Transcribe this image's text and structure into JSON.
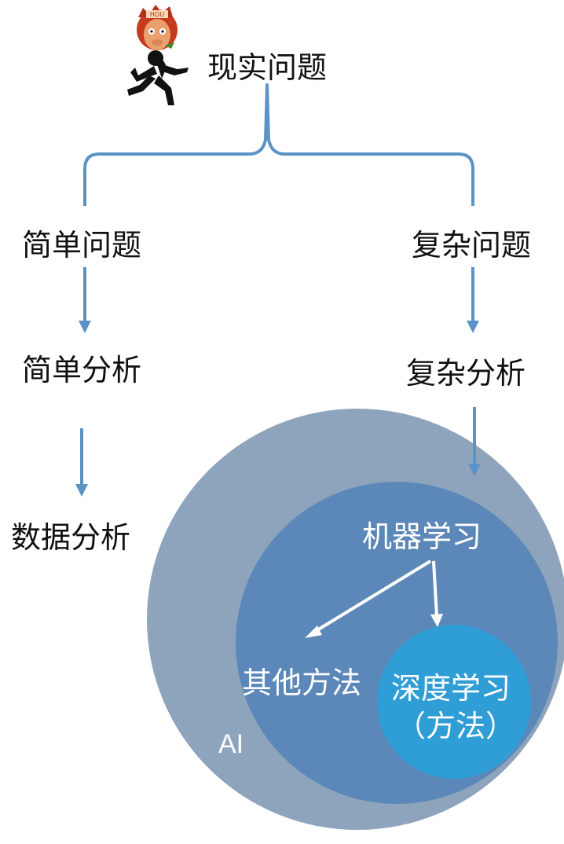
{
  "colors": {
    "connector": "#5b93c7",
    "outer_circle": "#8ea4bd",
    "ml_circle": "#5b88b8",
    "dl_circle": "#2f9dd6",
    "white_arrow": "#ffffff"
  },
  "icons": {
    "mascot": "monkey-runner-icon"
  },
  "nodes": {
    "root": "现实问题",
    "simple_problem": "简单问题",
    "complex_problem": "复杂问题",
    "simple_analysis": "简单分析",
    "complex_analysis": "复杂分析",
    "data_analysis": "数据分析",
    "machine_learning": "机器学习",
    "other_methods": "其他方法",
    "deep_learning": "深度学习",
    "deep_learning_sub": "（方法）",
    "ai": "AI"
  }
}
